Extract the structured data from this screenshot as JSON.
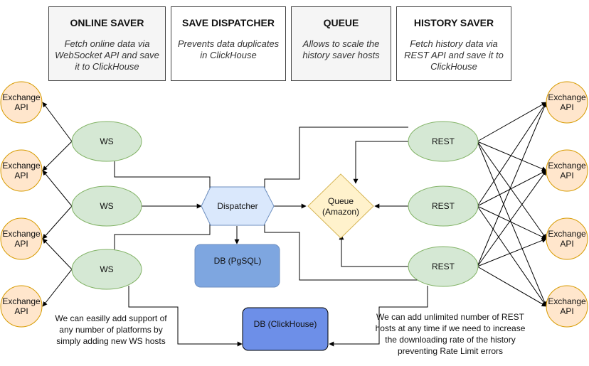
{
  "headers": [
    {
      "title": "ONLINE SAVER",
      "desc": "Fetch online data via WebSocket API and save it to ClickHouse"
    },
    {
      "title": "SAVE DISPATCHER",
      "desc": "Prevents data duplicates in ClickHouse"
    },
    {
      "title": "QUEUE",
      "desc": "Allows to scale the history saver hosts"
    },
    {
      "title": "HISTORY SAVER",
      "desc": "Fetch history data via REST API and save it to ClickHouse"
    }
  ],
  "exchange_label": "Exchange API",
  "ws_label": "WS",
  "rest_label": "REST",
  "dispatcher_label": "Dispatcher",
  "queue_label": "Queue (Amazon)",
  "db_pg_label": "DB (PgSQL)",
  "db_ch_label": "DB (ClickHouse)",
  "notes": {
    "ws": "We can easilly add support of any number of platforms by simply adding new WS hosts",
    "rest": "We can add unlimited number of REST hosts at any time if we need to increase the downloading rate of the history preventing Rate Limit errors"
  },
  "colors": {
    "exchange_fill": "#ffe6cc",
    "exchange_stroke": "#d79b00",
    "host_fill": "#d5e8d4",
    "host_stroke": "#82b366",
    "dispatcher_fill": "#dae8fc",
    "dispatcher_stroke": "#6c8ebf",
    "queue_fill": "#fff2cc",
    "queue_stroke": "#d6b656",
    "db_fill": "#7ea6e0",
    "db_ch_fill": "#6d8fe8",
    "header_fill_grey": "#f5f5f5"
  }
}
